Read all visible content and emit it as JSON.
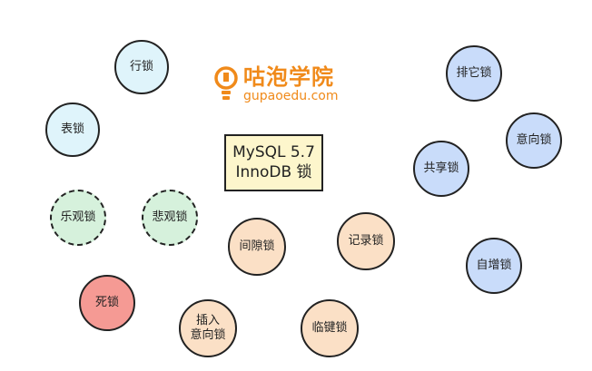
{
  "title": {
    "line1": "MySQL 5.7",
    "line2": "InnoDB 锁"
  },
  "logo": {
    "cn": "咕泡学院",
    "en": "gupaoedu.com"
  },
  "colors": {
    "blue": "#c9dcfa",
    "cyan": "#dff4fb",
    "green": "#d6f1dc",
    "peach": "#fbe0c6",
    "red": "#f59a94",
    "title_bg": "#fdf6cc",
    "logo_orange": "#f08a1a"
  },
  "nodes": {
    "row_lock": "行锁",
    "table_lock": "表锁",
    "optimistic_lock": "乐观锁",
    "pessimistic_lock": "悲观锁",
    "dead_lock": "死锁",
    "insert_intention_lock": "插入\n意向锁",
    "gap_lock": "间隙锁",
    "record_lock": "记录锁",
    "next_key_lock": "临键锁",
    "exclusive_lock": "排它锁",
    "intention_lock": "意向锁",
    "shared_lock": "共享锁",
    "auto_inc_lock": "自增锁"
  }
}
